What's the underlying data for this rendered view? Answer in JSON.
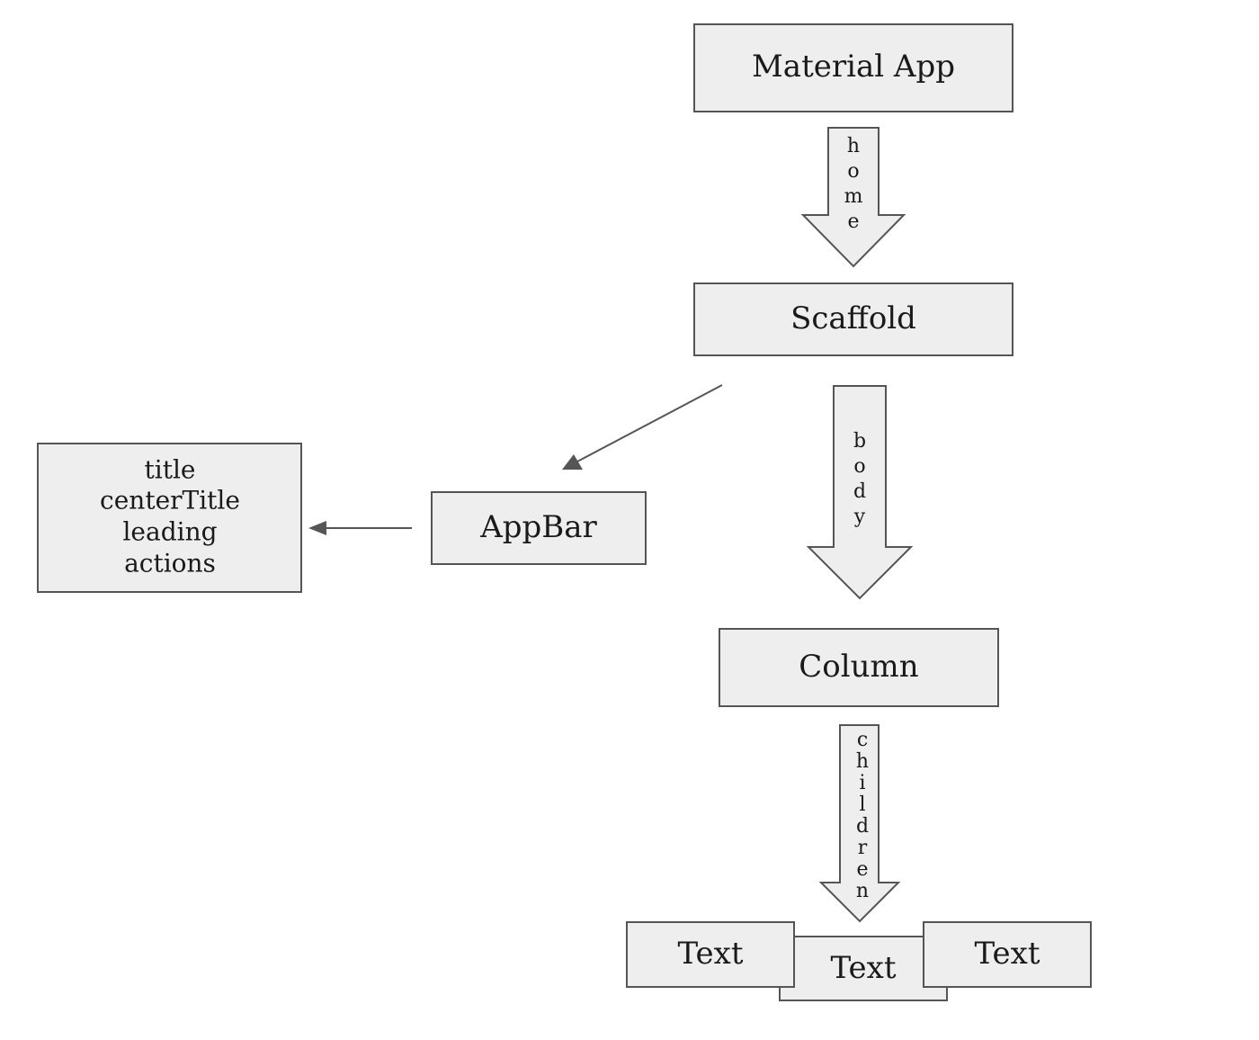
{
  "nodes": {
    "material_app": "Material App",
    "scaffold": "Scaffold",
    "appbar": "AppBar",
    "column": "Column",
    "text_left": "Text",
    "text_middle": "Text",
    "text_right": "Text"
  },
  "appbar_props": {
    "items": [
      "title",
      "centerTitle",
      "leading",
      "actions"
    ]
  },
  "edges": {
    "home": "home",
    "body": "body",
    "children": "children"
  },
  "colors": {
    "box_fill": "#eeeeee",
    "stroke": "#555555",
    "text": "#1a1a1a"
  }
}
